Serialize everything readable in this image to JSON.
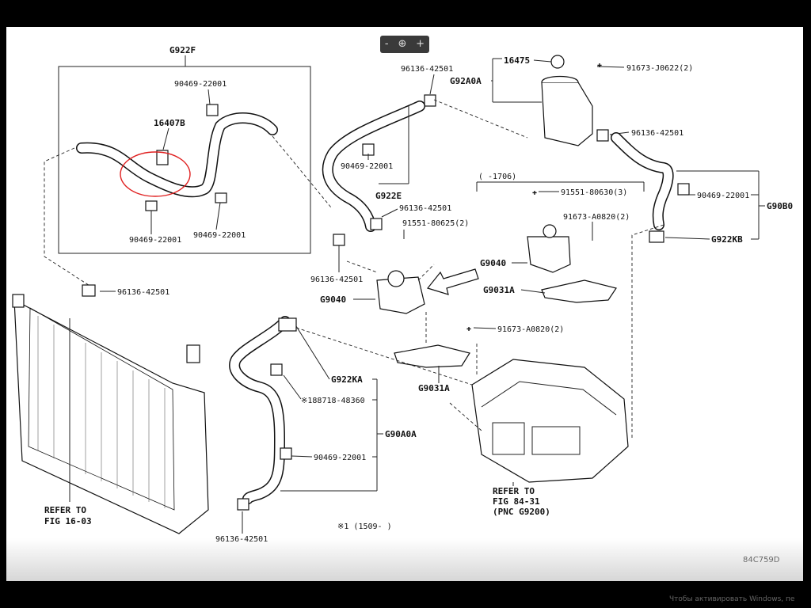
{
  "viewer": {
    "zoom_out": "-",
    "zoom_icon": "⊕",
    "zoom_in": "+"
  },
  "diagram": {
    "labels": {
      "g922f": "G922F",
      "p90469_a": "90469-22001",
      "p16407b": "16407B",
      "p90469_b": "90469-22001",
      "p90469_c": "90469-22001",
      "p96136_top": "96136-42501",
      "g92a0a": "G92A0A",
      "p16475": "16475",
      "p91673_j0622": "91673-J0622(2)",
      "p96136_right": "96136-42501",
      "p90469_d": "90469-22001",
      "g922e": "G922E",
      "p96136_mid": "96136-42501",
      "p91551_80625": "91551-80625(2)",
      "range_1706": "(     -1706)",
      "p91551_80630": "91551-80630(3)",
      "p91673_a0820_a": "91673-A0820(2)",
      "p90469_e": "90469-22001",
      "g90b0": "G90B0",
      "g922kb": "G922KB",
      "p96136_left": "96136-42501",
      "g9040_right": "G9040",
      "g9040_left": "G9040",
      "g9031a_right": "G9031A",
      "p96136_lowmid": "96136-42501",
      "p91673_a0820_b": "91673-A0820(2)",
      "g9031a_mid": "G9031A",
      "g922ka": "G922KA",
      "p188718": "※188718-48360",
      "g90a0a": "G90A0A",
      "p90469_f": "90469-22001",
      "refer_inv_1": "REFER TO",
      "refer_inv_2": "FIG 84-31",
      "refer_inv_3": "(PNC G9200)",
      "refer_rad_1": "REFER TO",
      "refer_rad_2": "FIG 16-03",
      "p96136_bottom": "96136-42501",
      "footnote": "※1 (1509-      )",
      "diagram_id": "84C759D"
    }
  },
  "watermark": "Чтобы активировать Windows, пе"
}
